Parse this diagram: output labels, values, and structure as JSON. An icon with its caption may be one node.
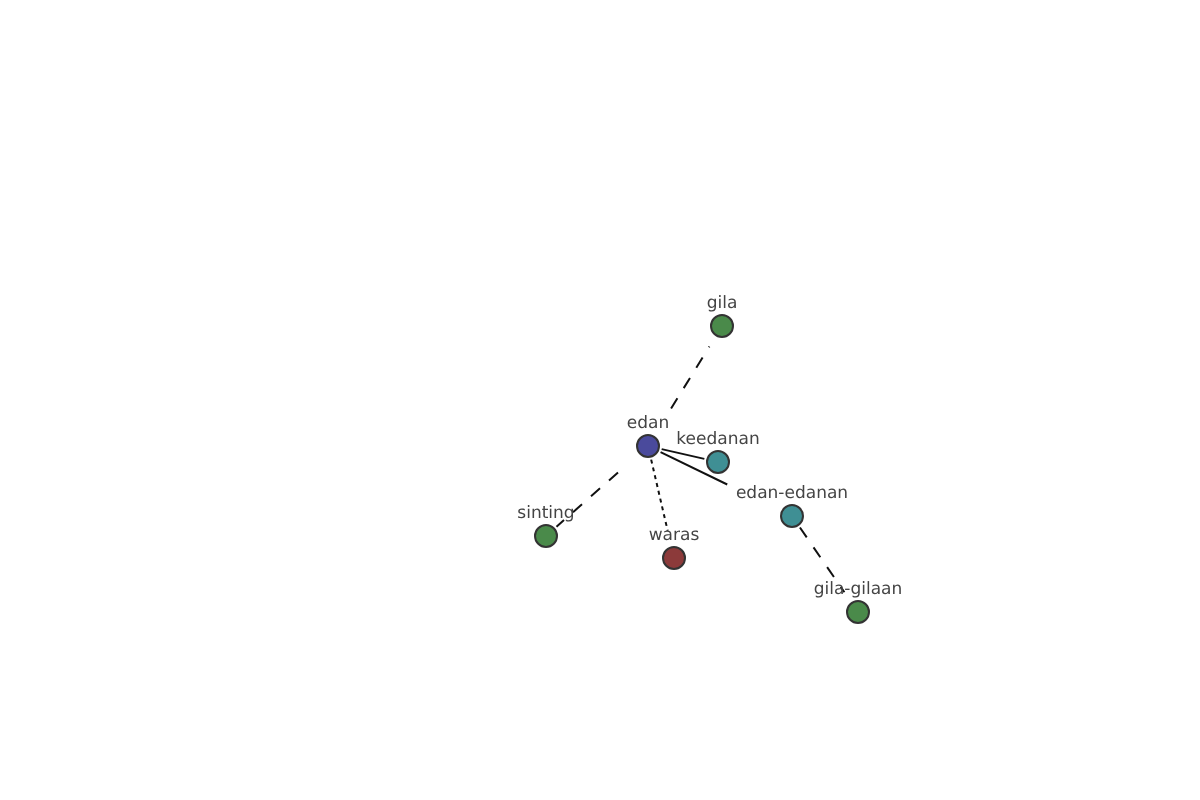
{
  "diagram": {
    "nodes": [
      {
        "text": [
          "edan"
        ]
      },
      {
        "text": [
          "gila"
        ]
      },
      {
        "text": [
          "keedanan"
        ]
      },
      {
        "text": [
          "edan-edanan"
        ]
      },
      {
        "text": [
          "sinting"
        ]
      },
      {
        "text": [
          "waras"
        ]
      },
      {
        "text": [
          "gila-gilaan"
        ]
      }
    ],
    "edges": [
      {
        "from": 0,
        "to": 1,
        "arrow": "none",
        "style": "dashed"
      },
      {
        "from": 0,
        "to": 2,
        "arrow": "none"
      },
      {
        "from": 0,
        "to": 3,
        "arrow": "none"
      },
      {
        "from": 0,
        "to": 4,
        "arrow": "none",
        "style": "dashed"
      },
      {
        "from": 0,
        "to": 5,
        "arrow": "none",
        "style": "dashed"
      },
      {
        "from": 3,
        "to": 6,
        "arrow": "none",
        "style": "dashed"
      }
    ]
  }
}
